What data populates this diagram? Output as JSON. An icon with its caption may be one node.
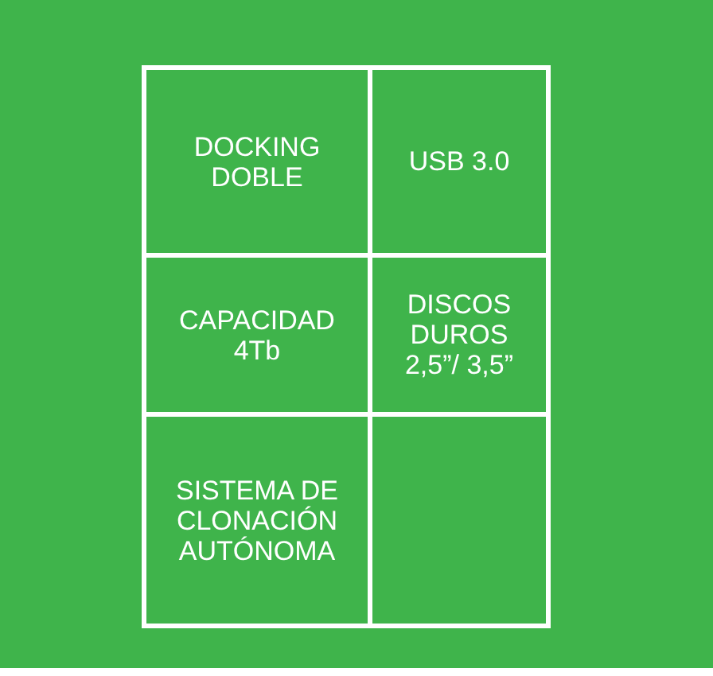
{
  "diagram": {
    "nodes": [
      {
        "text": [
          "DOCKING DOBLE"
        ]
      },
      {
        "text": [
          "USB 3.0"
        ]
      },
      {
        "text": [
          "CAPACIDAD 4Tb"
        ]
      },
      {
        "text": [
          "DISCOS DUROS 2,5”/ 3,5”"
        ]
      },
      {
        "text": [
          "SISTEMA DE CLONACIÓN AUTÓNOMA"
        ]
      },
      {
        "text": [],
        "shape": "box"
      }
    ]
  }
}
